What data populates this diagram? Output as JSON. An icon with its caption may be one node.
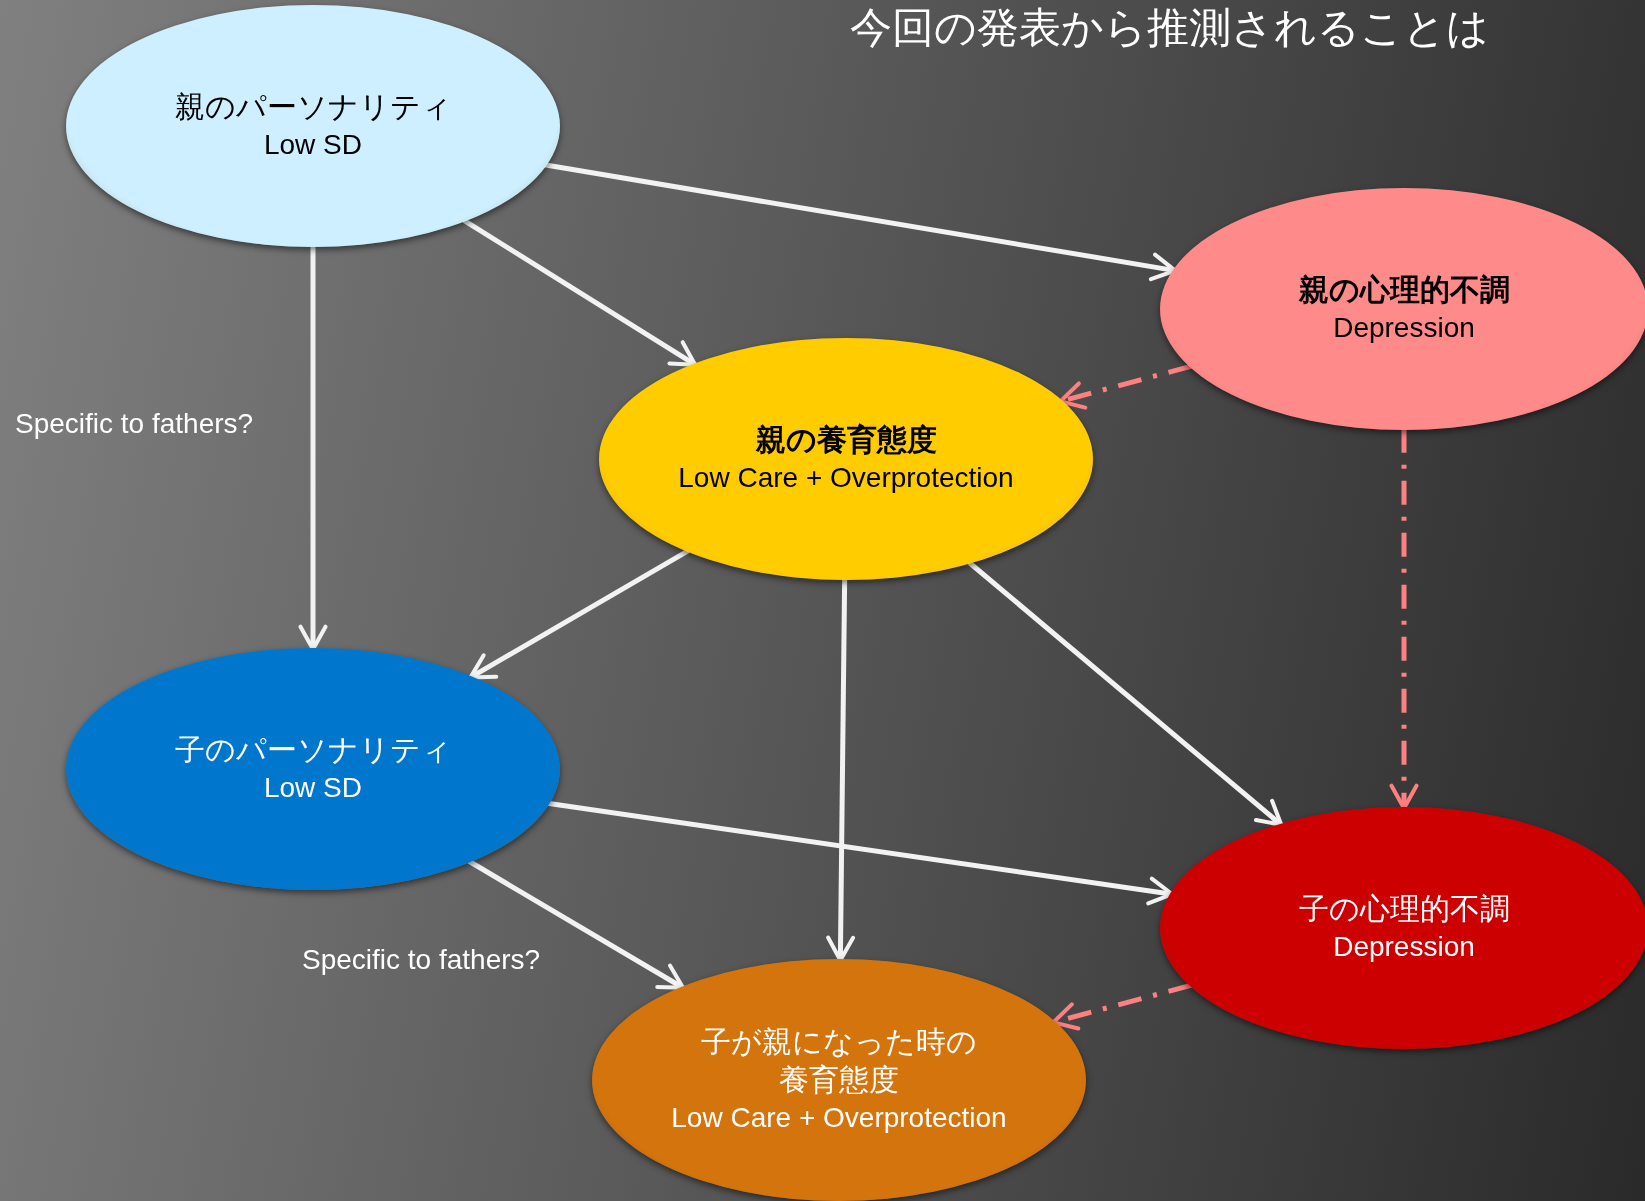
{
  "diagram": {
    "title": "今回の発表から推測されることは",
    "nodes": [
      {
        "text": [
          "親のパーソナリティ",
          "Low SD"
        ]
      },
      {
        "text": [
          "親の養育態度",
          "Low Care + Overprotection"
        ]
      },
      {
        "text": [
          "親の心理的不調",
          "Depression"
        ]
      },
      {
        "text": [
          "子のパーソナリティ",
          "Low SD"
        ]
      },
      {
        "text": [
          "子の心理的不調",
          "Depression"
        ]
      },
      {
        "text": [
          "子が親になった時の養育態度",
          "Low Care + Overprotection"
        ]
      }
    ],
    "edges": [
      {
        "from": 0,
        "to": 2,
        "arrow": "to"
      },
      {
        "from": 0,
        "to": 1,
        "arrow": "to"
      },
      {
        "from": 0,
        "to": 3,
        "arrow": "to",
        "label": "Specific to fathers?"
      },
      {
        "from": 2,
        "to": 1,
        "arrow": "to",
        "style": "dashed",
        "color": "#ff8080"
      },
      {
        "from": 2,
        "to": 4,
        "arrow": "to",
        "style": "dashed",
        "color": "#ff8080"
      },
      {
        "from": 1,
        "to": 3,
        "arrow": "to"
      },
      {
        "from": 1,
        "to": 5,
        "arrow": "to"
      },
      {
        "from": 1,
        "to": 4,
        "arrow": "to"
      },
      {
        "from": 3,
        "to": 4,
        "arrow": "to"
      },
      {
        "from": 3,
        "to": 5,
        "arrow": "to",
        "label": "Specific to fathers?"
      },
      {
        "from": 4,
        "to": 5,
        "arrow": "to",
        "style": "dashed",
        "color": "#ff8080"
      }
    ]
  }
}
